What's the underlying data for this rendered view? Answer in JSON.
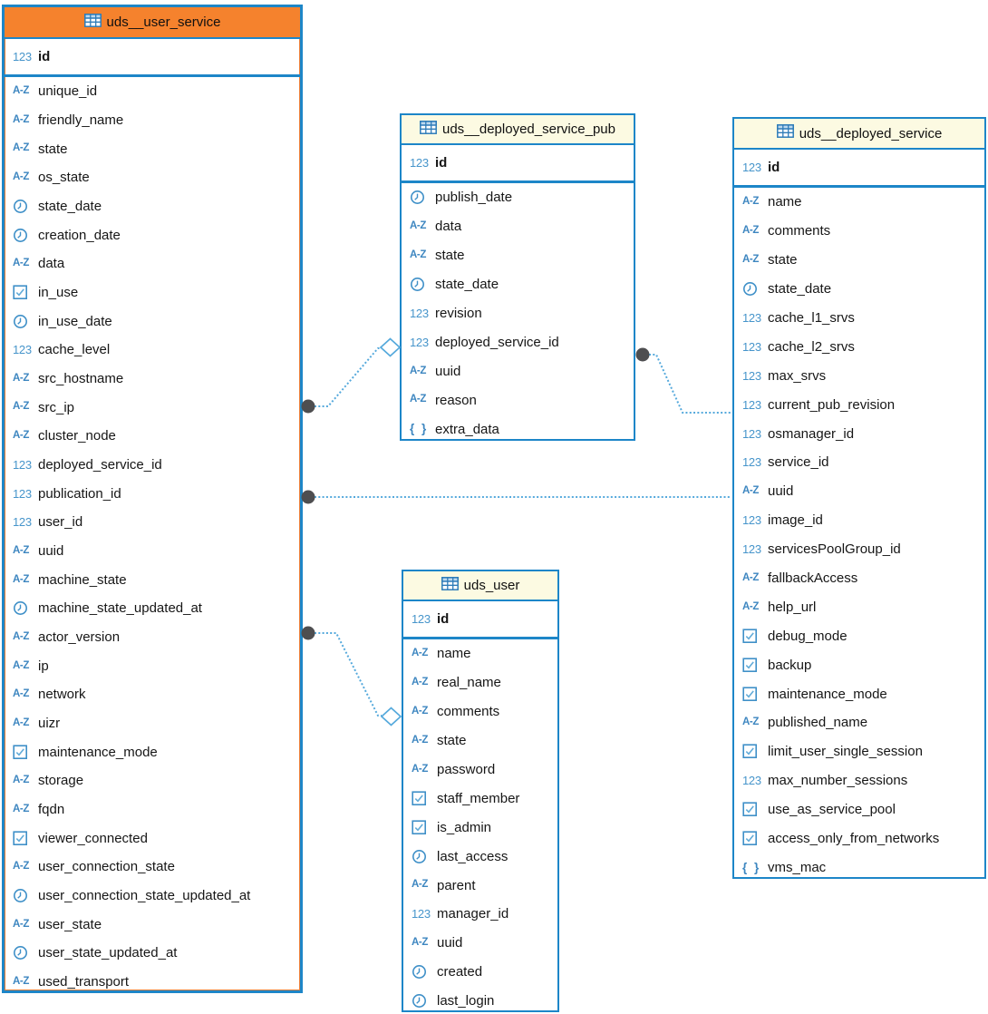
{
  "diagram": {
    "icon_glyphs": {
      "number": "123",
      "string": "A-Z",
      "json": "{ }"
    },
    "colors": {
      "table_border": "#1D86C8",
      "selected_header": "#F5822D",
      "header": "#FCFAE2",
      "icon_blue": "#3D8FC6",
      "connector": "#55A9DC",
      "connector_dot": "#4E4E50"
    },
    "tables": [
      {
        "name": "uds__user_service",
        "selected": true,
        "primary_key": {
          "type": "number",
          "name": "id"
        },
        "fields": [
          {
            "type": "string",
            "name": "unique_id"
          },
          {
            "type": "string",
            "name": "friendly_name"
          },
          {
            "type": "string",
            "name": "state"
          },
          {
            "type": "string",
            "name": "os_state"
          },
          {
            "type": "datetime",
            "name": "state_date"
          },
          {
            "type": "datetime",
            "name": "creation_date"
          },
          {
            "type": "string",
            "name": "data"
          },
          {
            "type": "boolean",
            "name": "in_use"
          },
          {
            "type": "datetime",
            "name": "in_use_date"
          },
          {
            "type": "number",
            "name": "cache_level"
          },
          {
            "type": "string",
            "name": "src_hostname"
          },
          {
            "type": "string",
            "name": "src_ip"
          },
          {
            "type": "string",
            "name": "cluster_node"
          },
          {
            "type": "number",
            "name": "deployed_service_id"
          },
          {
            "type": "number",
            "name": "publication_id"
          },
          {
            "type": "number",
            "name": "user_id"
          },
          {
            "type": "string",
            "name": "uuid"
          },
          {
            "type": "string",
            "name": "machine_state"
          },
          {
            "type": "datetime",
            "name": "machine_state_updated_at"
          },
          {
            "type": "string",
            "name": "actor_version"
          },
          {
            "type": "string",
            "name": "ip"
          },
          {
            "type": "string",
            "name": "network"
          },
          {
            "type": "string",
            "name": "uizr"
          },
          {
            "type": "boolean",
            "name": "maintenance_mode"
          },
          {
            "type": "string",
            "name": "storage"
          },
          {
            "type": "string",
            "name": "fqdn"
          },
          {
            "type": "boolean",
            "name": "viewer_connected"
          },
          {
            "type": "string",
            "name": "user_connection_state"
          },
          {
            "type": "datetime",
            "name": "user_connection_state_updated_at"
          },
          {
            "type": "string",
            "name": "user_state"
          },
          {
            "type": "datetime",
            "name": "user_state_updated_at"
          },
          {
            "type": "string",
            "name": "used_transport"
          }
        ]
      },
      {
        "name": "uds__deployed_service_pub",
        "selected": false,
        "primary_key": {
          "type": "number",
          "name": "id"
        },
        "fields": [
          {
            "type": "datetime",
            "name": "publish_date"
          },
          {
            "type": "string",
            "name": "data"
          },
          {
            "type": "string",
            "name": "state"
          },
          {
            "type": "datetime",
            "name": "state_date"
          },
          {
            "type": "number",
            "name": "revision"
          },
          {
            "type": "number",
            "name": "deployed_service_id"
          },
          {
            "type": "string",
            "name": "uuid"
          },
          {
            "type": "string",
            "name": "reason"
          },
          {
            "type": "json",
            "name": "extra_data"
          }
        ]
      },
      {
        "name": "uds_user",
        "selected": false,
        "primary_key": {
          "type": "number",
          "name": "id"
        },
        "fields": [
          {
            "type": "string",
            "name": "name"
          },
          {
            "type": "string",
            "name": "real_name"
          },
          {
            "type": "string",
            "name": "comments"
          },
          {
            "type": "string",
            "name": "state"
          },
          {
            "type": "string",
            "name": "password"
          },
          {
            "type": "boolean",
            "name": "staff_member"
          },
          {
            "type": "boolean",
            "name": "is_admin"
          },
          {
            "type": "datetime",
            "name": "last_access"
          },
          {
            "type": "string",
            "name": "parent"
          },
          {
            "type": "number",
            "name": "manager_id"
          },
          {
            "type": "string",
            "name": "uuid"
          },
          {
            "type": "datetime",
            "name": "created"
          },
          {
            "type": "datetime",
            "name": "last_login"
          }
        ]
      },
      {
        "name": "uds__deployed_service",
        "selected": false,
        "primary_key": {
          "type": "number",
          "name": "id"
        },
        "fields": [
          {
            "type": "string",
            "name": "name"
          },
          {
            "type": "string",
            "name": "comments"
          },
          {
            "type": "string",
            "name": "state"
          },
          {
            "type": "datetime",
            "name": "state_date"
          },
          {
            "type": "number",
            "name": "cache_l1_srvs"
          },
          {
            "type": "number",
            "name": "cache_l2_srvs"
          },
          {
            "type": "number",
            "name": "max_srvs"
          },
          {
            "type": "number",
            "name": "current_pub_revision"
          },
          {
            "type": "number",
            "name": "osmanager_id"
          },
          {
            "type": "number",
            "name": "service_id"
          },
          {
            "type": "string",
            "name": "uuid"
          },
          {
            "type": "number",
            "name": "image_id"
          },
          {
            "type": "number",
            "name": "servicesPoolGroup_id"
          },
          {
            "type": "string",
            "name": "fallbackAccess"
          },
          {
            "type": "string",
            "name": "help_url"
          },
          {
            "type": "boolean",
            "name": "debug_mode"
          },
          {
            "type": "boolean",
            "name": "backup"
          },
          {
            "type": "boolean",
            "name": "maintenance_mode"
          },
          {
            "type": "string",
            "name": "published_name"
          },
          {
            "type": "boolean",
            "name": "limit_user_single_session"
          },
          {
            "type": "number",
            "name": "max_number_sessions"
          },
          {
            "type": "boolean",
            "name": "use_as_service_pool"
          },
          {
            "type": "boolean",
            "name": "access_only_from_networks"
          },
          {
            "type": "json",
            "name": "vms_mac"
          }
        ]
      }
    ],
    "relations": [
      {
        "from": "uds__user_service",
        "from_marker": "dot",
        "to": "uds__deployed_service_pub",
        "to_marker": "diamond"
      },
      {
        "from": "uds__user_service",
        "from_marker": "dot",
        "to": "uds__deployed_service",
        "to_marker": "none"
      },
      {
        "from": "uds__user_service",
        "from_marker": "dot",
        "to": "uds_user",
        "to_marker": "diamond"
      },
      {
        "from": "uds__deployed_service_pub",
        "from_marker": "dot",
        "to": "uds__deployed_service",
        "to_marker": "none"
      }
    ]
  }
}
